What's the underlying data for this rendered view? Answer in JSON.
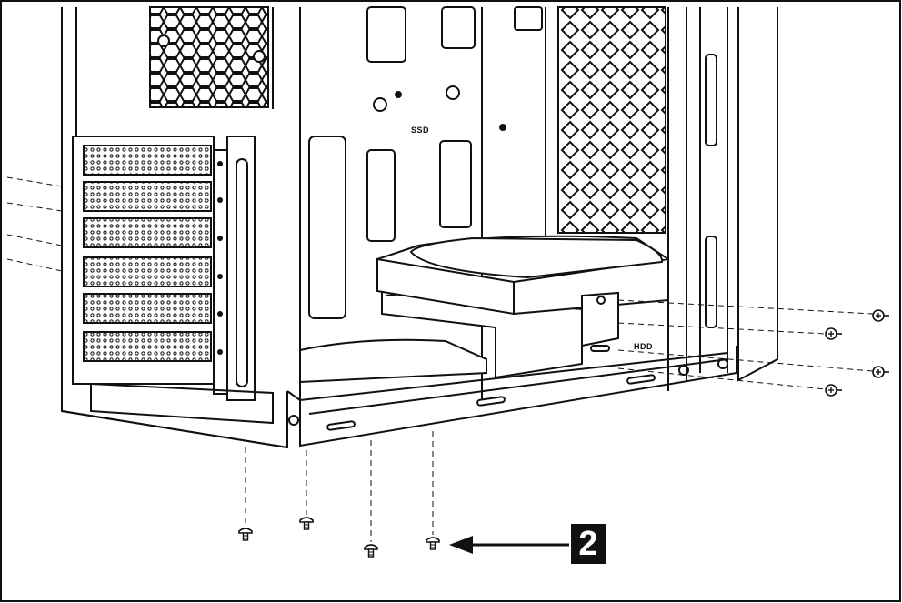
{
  "diagram": {
    "step_number": "2",
    "ssd_label": "SSD",
    "hdd_label": "HDD",
    "colors": {
      "line": "#111111",
      "background": "#ffffff",
      "badge": "#111111",
      "badge_text": "#ffffff"
    },
    "icons": [
      "screw-icon",
      "arrow-left-icon",
      "hard-drive-icon",
      "expansion-slot-icon",
      "fan-grille-icon"
    ]
  }
}
